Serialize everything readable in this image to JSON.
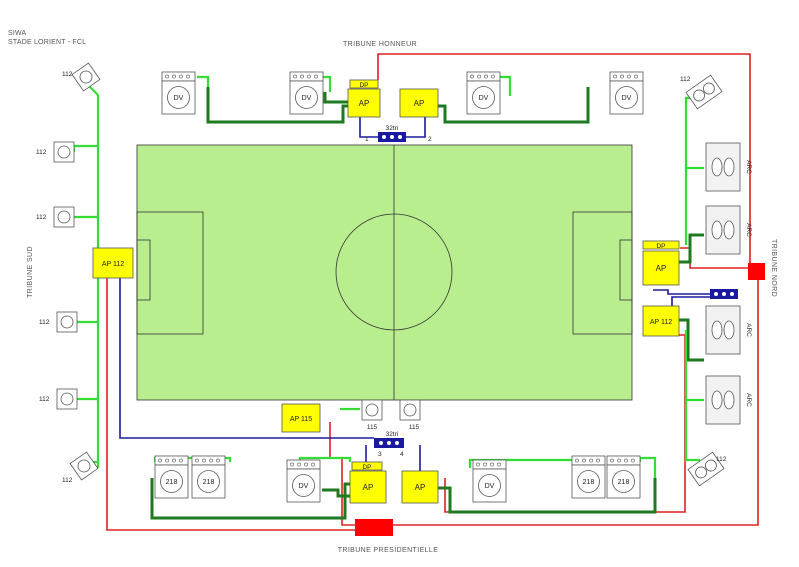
{
  "header": {
    "line1": "SIWA",
    "line2": "STADE LORIENT - FCL"
  },
  "stand_labels": {
    "north": "TRIBUNE HONNEUR",
    "south": "TRIBUNE PRESIDENTIELLE",
    "west": "TRIBUNE SUD",
    "east": "TRIBUNE NORD"
  },
  "amp_labels": {
    "ap": "AP",
    "dp": "DP",
    "ap112": "AP 112",
    "ap115": "AP 115"
  },
  "speaker_labels": {
    "dv": "DV",
    "s218": "218",
    "s112": "112",
    "s115": "115",
    "arc": "ARC"
  },
  "connector_labels": {
    "top_name": "32tri",
    "top_left": "1",
    "top_right": "2",
    "bottom_name": "32tri",
    "bottom_left": "3",
    "bottom_right": "4"
  },
  "colors": {
    "pitch": "#b8ee8e",
    "pitch_line": "#333333",
    "amplifier": "#ffff00",
    "cable_green_light": "#33dd33",
    "cable_green_dark": "#1e7a1e",
    "cable_red": "#e02020",
    "cable_blue": "#1a1aa0",
    "junction_red": "#ff0000"
  }
}
